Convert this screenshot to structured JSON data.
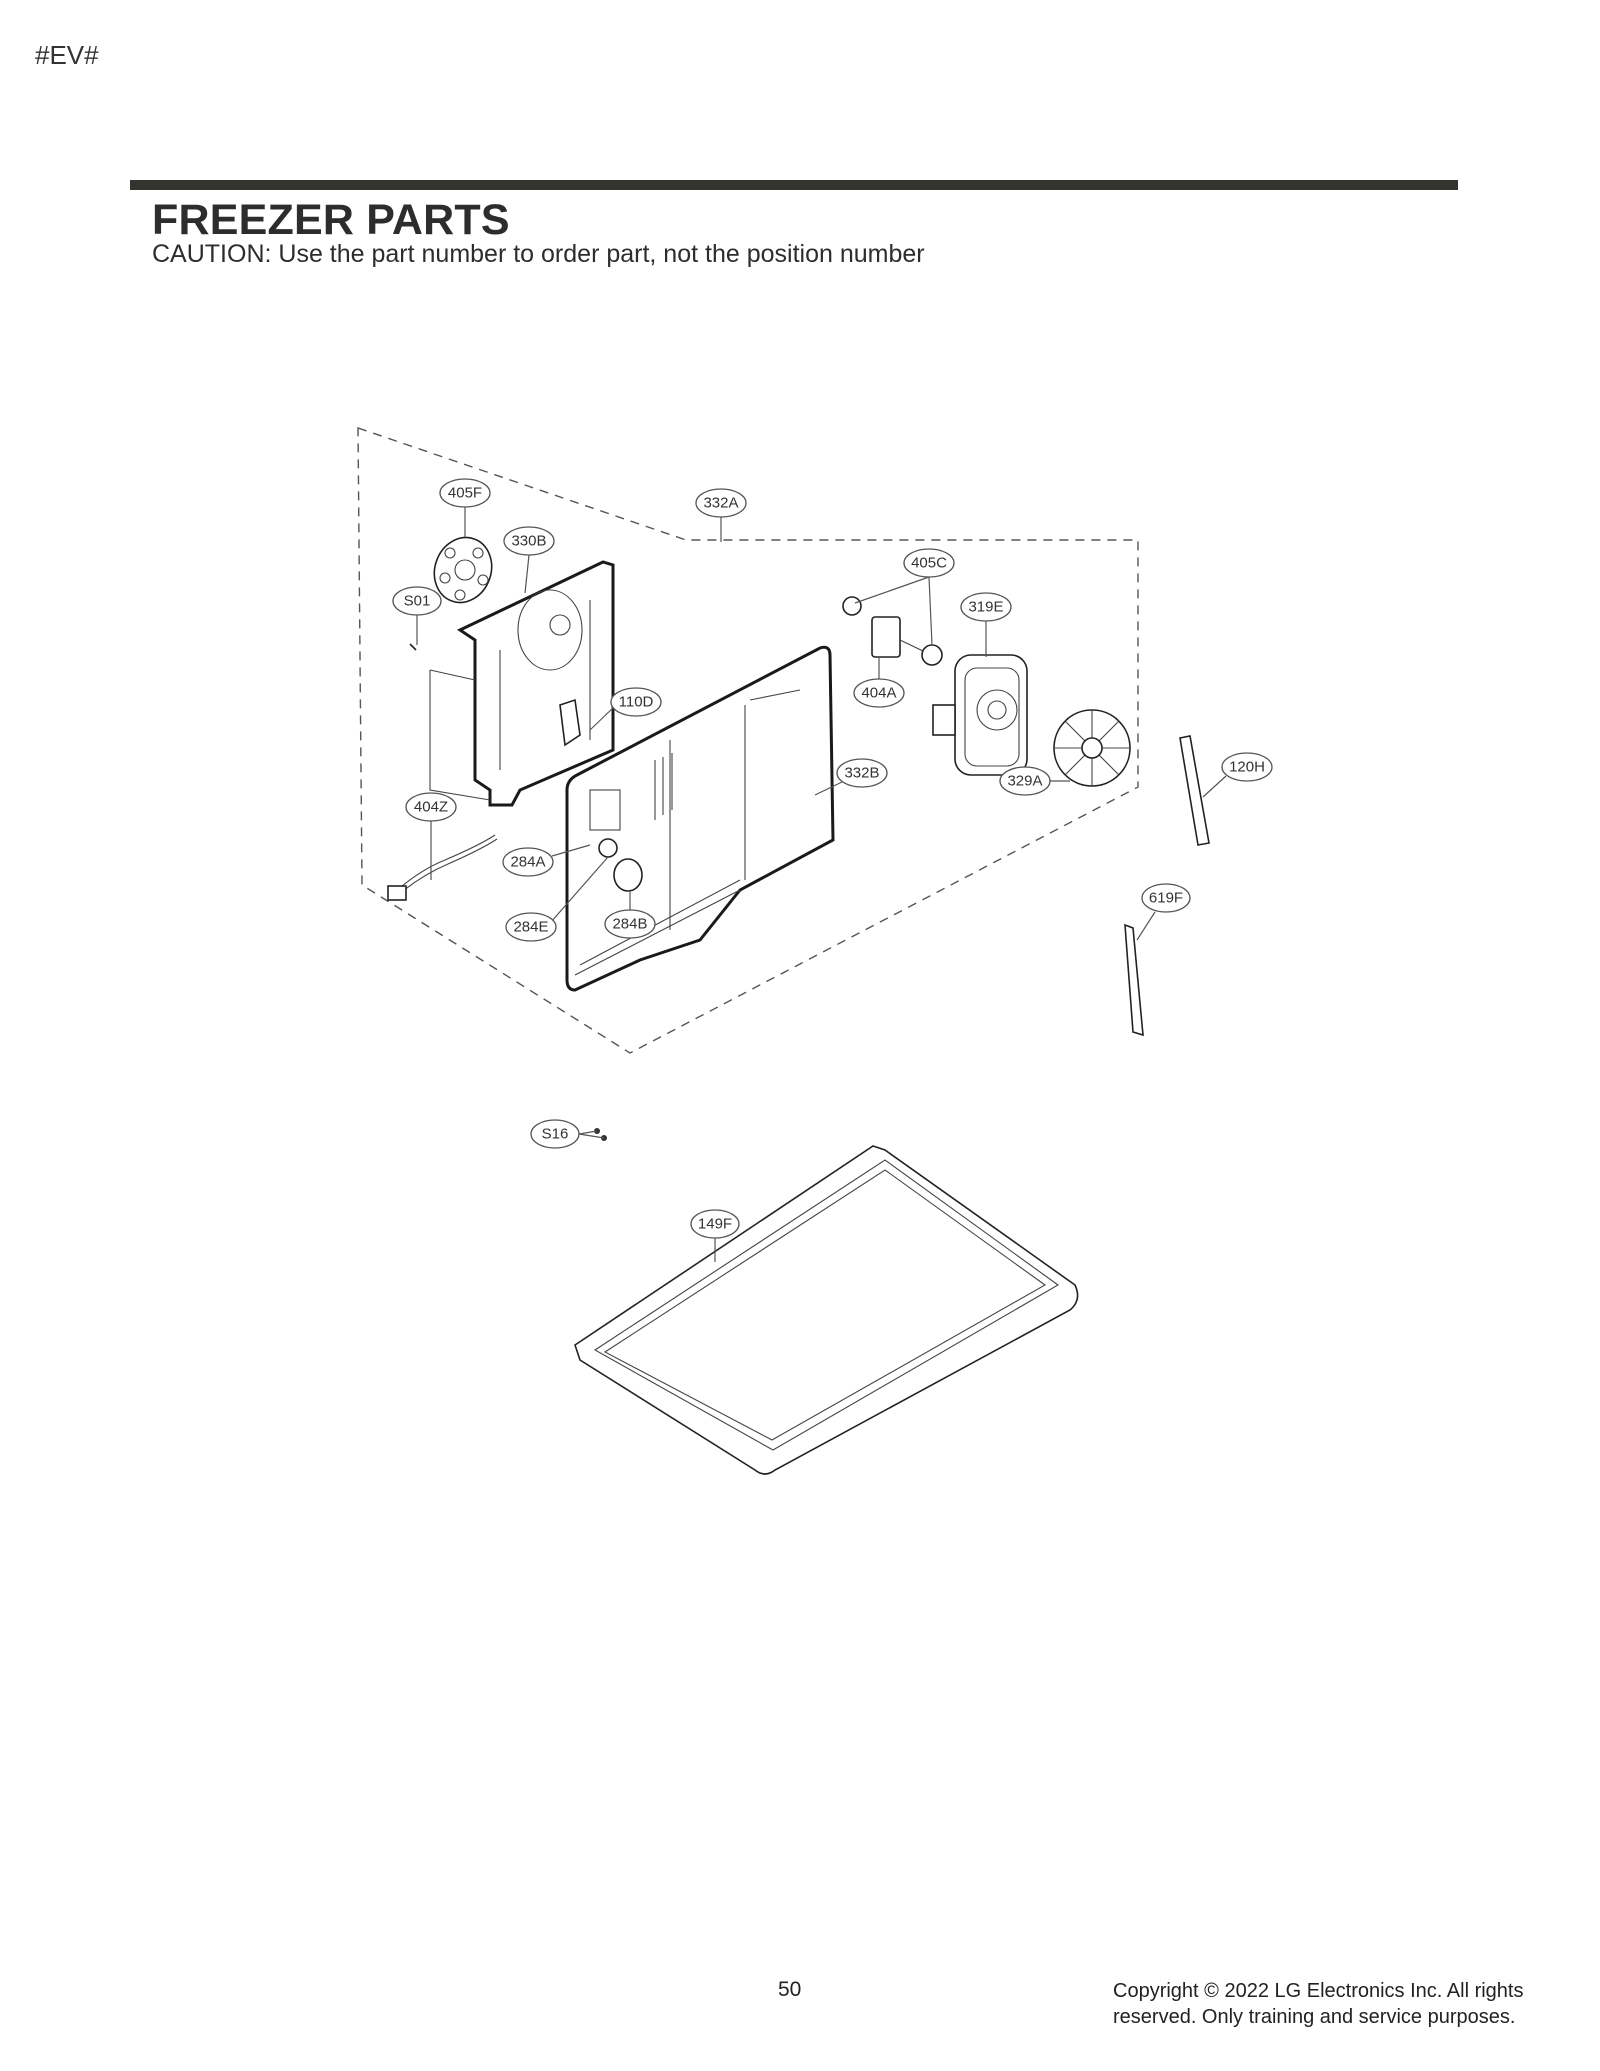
{
  "document": {
    "tag": "#EV#",
    "title": "FREEZER PARTS",
    "caution": "CAUTION: Use the part number to order part, not the position number",
    "page_number": "50",
    "copyright_line1": "Copyright © 2022 LG Electronics Inc. All rights",
    "copyright_line2": "reserved. Only training and service purposes."
  },
  "diagram": {
    "callouts": {
      "c405F": "405F",
      "c332A": "332A",
      "c330B": "330B",
      "c405C": "405C",
      "cS01": "S01",
      "c319E": "319E",
      "c110D": "110D",
      "c404A": "404A",
      "c332B": "332B",
      "c329A": "329A",
      "c120H": "120H",
      "c404Z": "404Z",
      "c284A": "284A",
      "c284E": "284E",
      "c284B": "284B",
      "c619F": "619F",
      "cS16": "S16",
      "c149F": "149F"
    }
  }
}
